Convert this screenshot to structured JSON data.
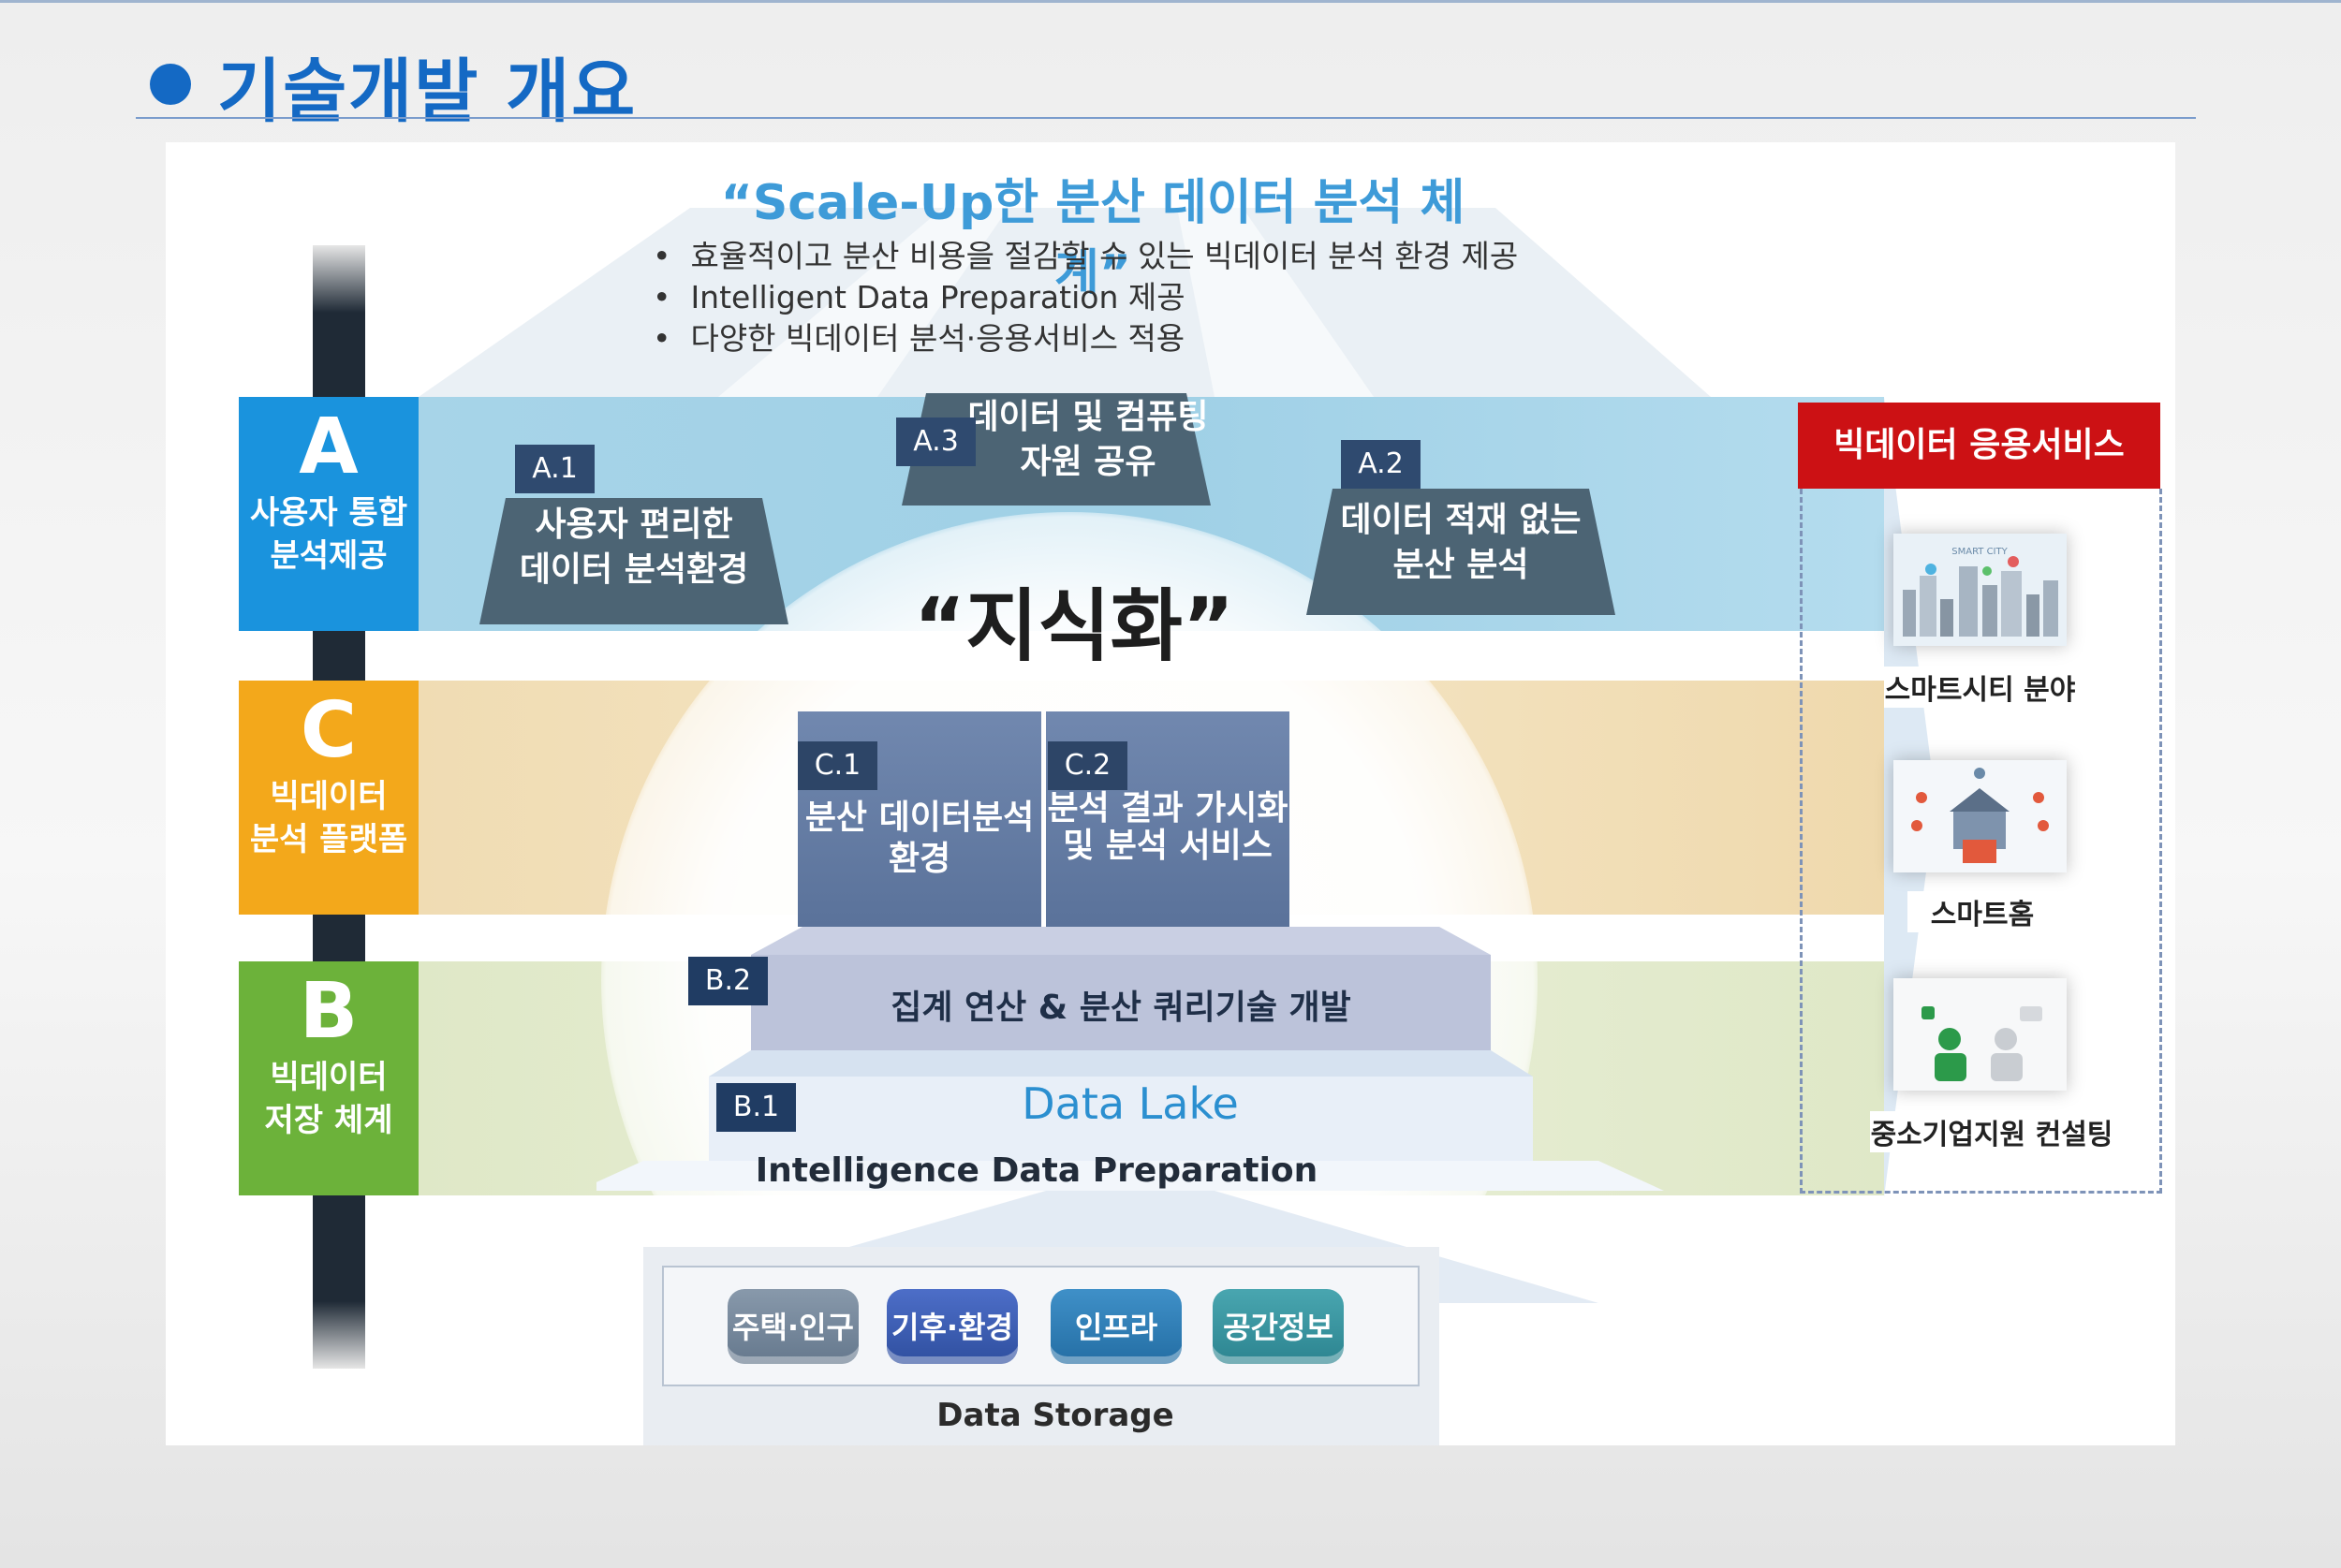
{
  "page": {
    "title": "기술개발 개요"
  },
  "header": {
    "heading": "“Scale-Up한 분산 데이터 분석 체계”",
    "bullets": [
      "효율적이고 분산 비용을 절감할 수 있는 빅데이터 분석 환경 제공",
      "Intelligent Data Preparation 제공",
      "다양한 빅데이터 분석·응용서비스 적용"
    ]
  },
  "layers": {
    "A": {
      "letter": "A",
      "label_line1": "사용자 통합",
      "label_line2": "분석제공"
    },
    "C": {
      "letter": "C",
      "label_line1": "빅데이터",
      "label_line2": "분석 플랫폼"
    },
    "B": {
      "letter": "B",
      "label_line1": "빅데이터",
      "label_line2": "저장 체계"
    }
  },
  "items": {
    "a1": {
      "tag": "A.1",
      "line1": "사용자 편리한",
      "line2": "데이터 분석환경"
    },
    "a2": {
      "tag": "A.2",
      "line1": "데이터 적재 없는",
      "line2": "분산 분석"
    },
    "a3": {
      "tag": "A.3",
      "line1": "데이터 및 컴퓨팅",
      "line2": "자원 공유"
    },
    "c1": {
      "tag": "C.1",
      "line1": "분산 데이터분석",
      "line2": "환경"
    },
    "c2": {
      "tag": "C.2",
      "line1": "분석 결과 가시화",
      "line2": "및 분석 서비스"
    },
    "b2": {
      "tag": "B.2",
      "label": "집계 연산 & 분산 쿼리기술 개발"
    },
    "b1": {
      "tag": "B.1",
      "label": "Data Lake",
      "sublabel": "Intelligence Data Preparation"
    }
  },
  "center_text": "“지식화”",
  "storage": {
    "label": "Data Storage",
    "cylinders": [
      "주택·인구",
      "기후·환경",
      "인프라",
      "공간정보"
    ]
  },
  "right_services": {
    "title": "빅데이터 응용서비스",
    "items": [
      "스마트시티 분야",
      "스마트홈",
      "중소기업지원 컨설팅"
    ],
    "thumb_text": "SMART CITY"
  },
  "colors": {
    "title_blue": "#1469c4",
    "A": "#1a93dd",
    "C": "#f3a81b",
    "B": "#6cb23a",
    "red": "#cc1114"
  }
}
